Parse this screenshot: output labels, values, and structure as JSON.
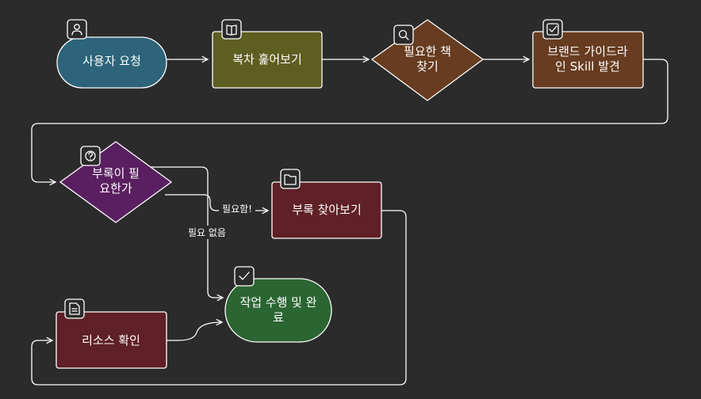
{
  "colors": {
    "background": "#2b2b2b",
    "request": "#2d6479",
    "browse": "#5e5e22",
    "decision_book": "#673c20",
    "guideline": "#673c20",
    "decision_appendix": "#5a1f60",
    "appendix": "#5f2027",
    "resources": "#5f2027",
    "done": "#2b6532"
  },
  "nodes": {
    "user_request": {
      "label": "사용자 요청",
      "icon": "user-icon"
    },
    "browse_table": {
      "label": "복차 훑어보기",
      "icon": "book-icon"
    },
    "find_book": {
      "line1": "필요한 책",
      "line2": "찾기",
      "icon": "search-icon"
    },
    "find_guideline": {
      "line1": "브랜드 가이드라",
      "line2": "인 Skill 발견",
      "icon": "checkbox-icon"
    },
    "need_appendix": {
      "line1": "부록이 필",
      "line2": "요한가",
      "icon": "question-icon"
    },
    "browse_appendix": {
      "label": "부록 찾아보기",
      "icon": "folder-icon"
    },
    "check_resources": {
      "label": "리소스 확인",
      "icon": "document-icon"
    },
    "complete": {
      "line1": "작업 수행 및 완",
      "line2": "료",
      "icon": "checkbox-icon"
    }
  },
  "edges": {
    "needed": "필요함!",
    "not_needed": "필요 없음"
  }
}
